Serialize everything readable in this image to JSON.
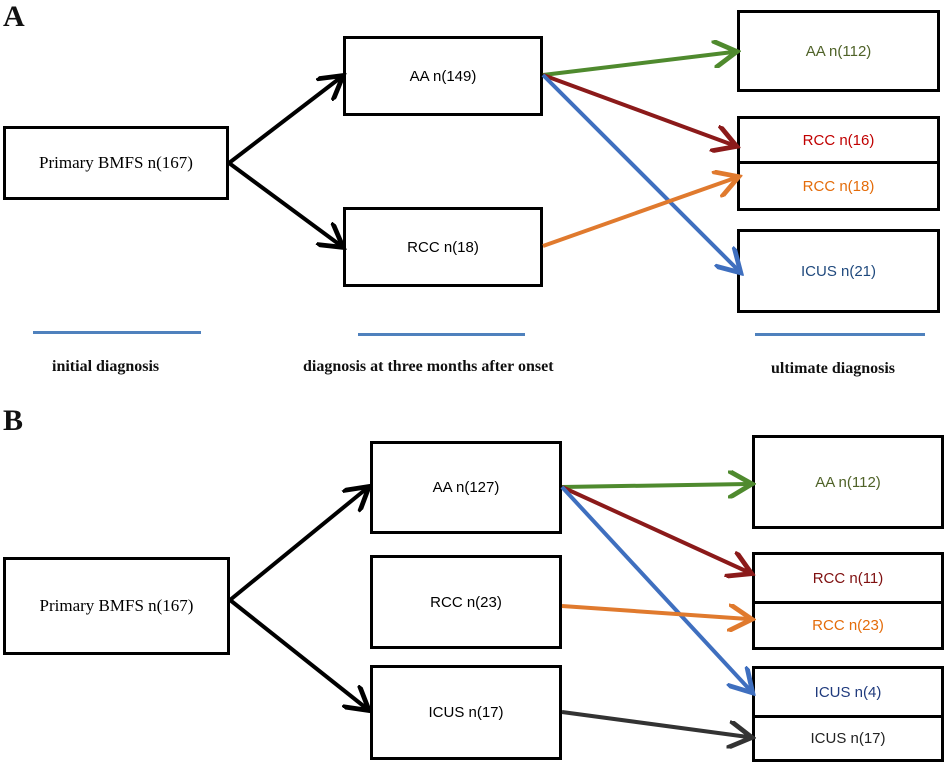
{
  "panel_a": {
    "letter": "A",
    "initial": "Primary BMFS  n(167)",
    "three_month": [
      "AA n(149)",
      "RCC n(18)"
    ],
    "ultimate": [
      {
        "label": "AA n(112)",
        "color": "#4f6228"
      },
      {
        "label": "RCC n(16)",
        "color": "#c00000"
      },
      {
        "label": "RCC n(18)",
        "color": "#e46c0a"
      },
      {
        "label": "ICUS n(21)",
        "color": "#1f497d"
      }
    ]
  },
  "stage_labels": {
    "initial": "initial diagnosis",
    "three_month": "diagnosis at three months after onset",
    "ultimate": "ultimate diagnosis"
  },
  "panel_b": {
    "letter": "B",
    "initial": "Primary BMFS n(167)",
    "three_month": [
      "AA n(127)",
      "RCC n(23)",
      "ICUS n(17)"
    ],
    "ultimate": [
      {
        "label": "AA n(112)",
        "color": "#4f6228"
      },
      {
        "label": "RCC n(11)",
        "color": "#7f1010"
      },
      {
        "label": "RCC n(23)",
        "color": "#e46c0a"
      },
      {
        "label": "ICUS n(4)",
        "color": "#1f3a7d"
      },
      {
        "label": "ICUS n(17)",
        "color": "#222222"
      }
    ]
  },
  "colors": {
    "black_arrow": "#000000",
    "green_arrow": "#4f8a2e",
    "red_arrow": "#8b1a1a",
    "orange_arrow": "#e07a2e",
    "blue_arrow": "#3f6fbf",
    "dark_arrow": "#333333",
    "stage_line": "#4f81bd"
  }
}
